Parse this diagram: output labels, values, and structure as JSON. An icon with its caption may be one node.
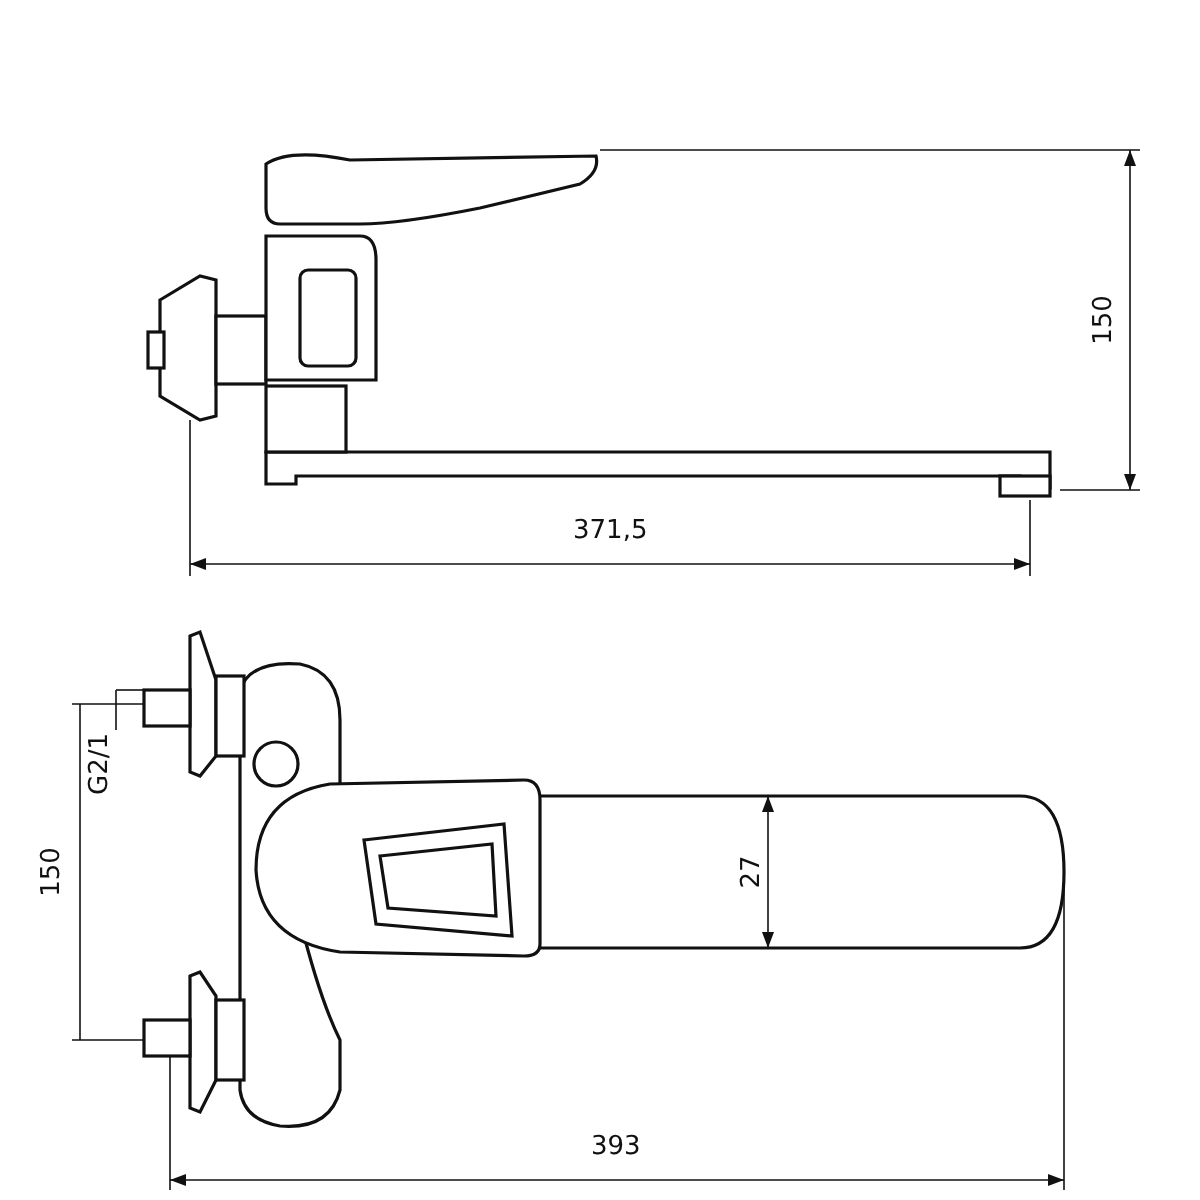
{
  "diagram": {
    "labels": [
      "150",
      "371,5",
      "G2/1",
      "150",
      "27",
      "393"
    ]
  }
}
